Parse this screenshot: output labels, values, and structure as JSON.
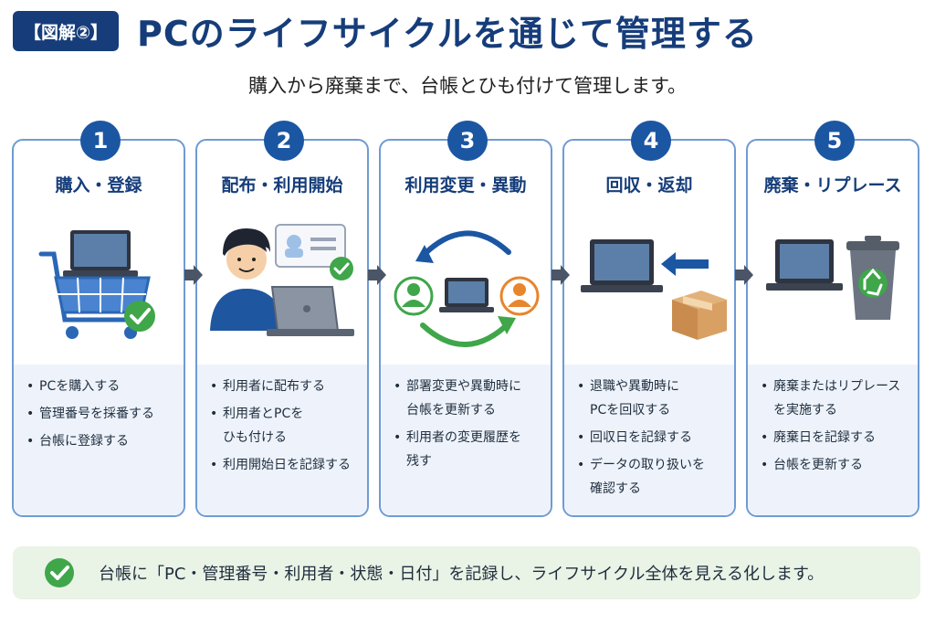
{
  "header": {
    "tag": "【図解②】",
    "title": "PCのライフサイクルを通じて管理する",
    "subtitle": "購入から廃棄まで、台帳とひも付けて管理します。"
  },
  "steps": [
    {
      "number": "1",
      "title": "購入・登録",
      "icon": "shopping-cart-laptop-icon",
      "items": [
        "PCを購入する",
        "管理番号を採番する",
        "台帳に登録する"
      ]
    },
    {
      "number": "2",
      "title": "配布・利用開始",
      "icon": "user-laptop-idcard-icon",
      "items": [
        "利用者に配布する",
        "利用者とPCを\nひも付ける",
        "利用開始日を記録する"
      ]
    },
    {
      "number": "3",
      "title": "利用変更・異動",
      "icon": "user-swap-icon",
      "items": [
        "部署変更や異動時に\n台帳を更新する",
        "利用者の変更履歴を\n残す"
      ]
    },
    {
      "number": "4",
      "title": "回収・返却",
      "icon": "laptop-return-box-icon",
      "items": [
        "退職や異動時に\nPCを回収する",
        "回収日を記録する",
        "データの取り扱いを\n確認する"
      ]
    },
    {
      "number": "5",
      "title": "廃棄・リプレース",
      "icon": "laptop-recycle-bin-icon",
      "items": [
        "廃棄またはリプレース\nを実施する",
        "廃棄日を記録する",
        "台帳を更新する"
      ]
    }
  ],
  "footer": {
    "text": "台帳に「PC・管理番号・利用者・状態・日付」を記録し、ライフサイクル全体を見える化します。"
  },
  "colors": {
    "navy": "#163d7a",
    "blue": "#1b56a3",
    "green": "#3fa64a",
    "orange": "#e8852d",
    "card_border": "#6f9bd3"
  }
}
